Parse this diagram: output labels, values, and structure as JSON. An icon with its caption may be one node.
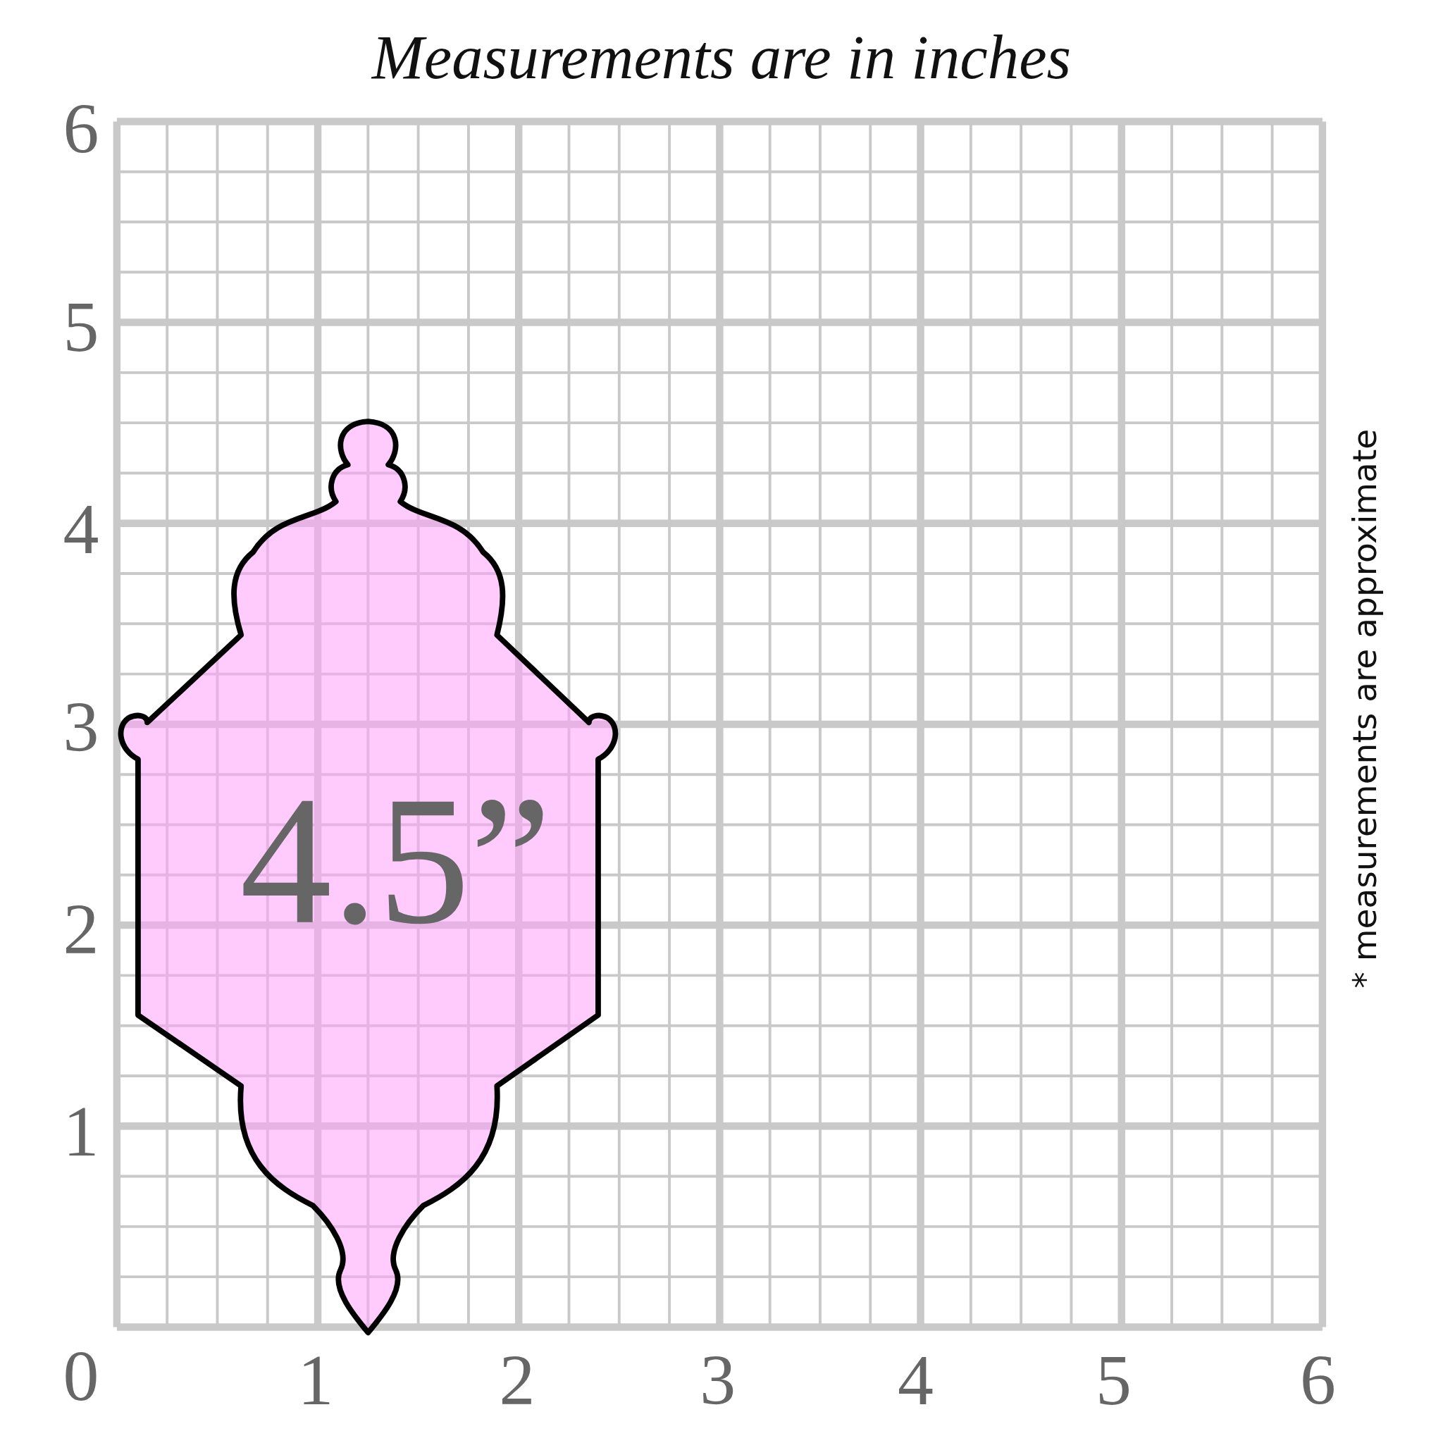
{
  "diagram": {
    "title": "Measurements are in inches",
    "nodes": [
      {
        "text": [
          "4.5”"
        ]
      }
    ],
    "labels": [
      "6",
      "5",
      "4",
      "3",
      "2",
      "1",
      "0",
      "1",
      "2",
      "3",
      "4",
      "5",
      "6",
      "* measurements are approximate"
    ]
  }
}
